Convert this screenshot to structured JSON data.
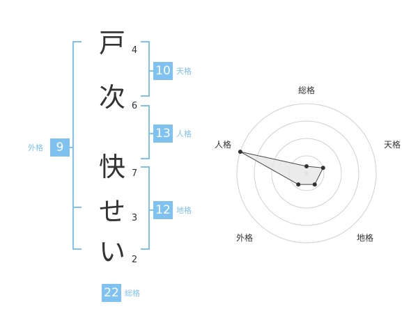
{
  "name_chars": [
    {
      "char": "戸",
      "strokes": "4"
    },
    {
      "char": "次",
      "strokes": "6"
    },
    {
      "char": "快",
      "strokes": "7"
    },
    {
      "char": "せ",
      "strokes": "3"
    },
    {
      "char": "い",
      "strokes": "2"
    }
  ],
  "kaku": {
    "tenkaku": {
      "label": "天格",
      "value": "10"
    },
    "jinkaku": {
      "label": "人格",
      "value": "13"
    },
    "chikaku": {
      "label": "地格",
      "value": "12"
    },
    "gaikaku": {
      "label": "外格",
      "value": "9"
    },
    "soukaku": {
      "label": "総格",
      "value": "22"
    }
  },
  "radar": {
    "axes": [
      "総格",
      "天格",
      "地格",
      "外格",
      "人格"
    ],
    "values": [
      0.1,
      0.25,
      0.2,
      0.2,
      1.0
    ],
    "rings": 4,
    "colors": {
      "ring": "#d0d0d0",
      "polygon": "#444444",
      "fill": "#e6e6e6",
      "bracket": "#7fc2f0"
    }
  }
}
